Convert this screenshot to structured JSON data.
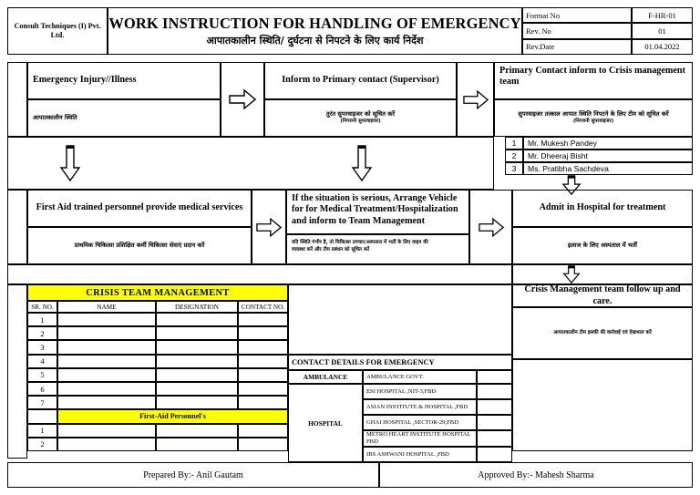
{
  "header": {
    "company": "Consult Techniques (I) Pvt. Ltd.",
    "title_en": "WORK INSTRUCTION FOR HANDLING OF EMERGENCY",
    "title_hi": "आपातकालीन स्थिति/ दुर्घटना से निपटने के लिए कार्य निर्देश",
    "meta": [
      {
        "label": "Format No",
        "value": "F-HR-01"
      },
      {
        "label": "Rev. No",
        "value": "01"
      },
      {
        "label": "Rev.Date",
        "value": "01.04.2022"
      }
    ]
  },
  "flow": {
    "step1": {
      "en": "Emergency Injury//Illness",
      "hi": "आपातकालीन स्थिति"
    },
    "step2": {
      "en": "Inform to  Primary contact (Supervisor)",
      "hi": "तुरंत सुपरवाइजर को सूचित करें",
      "hi2": "(निगरानी सुपरवाइजर)"
    },
    "step3": {
      "en": "Primary Contact inform to Crisis management team",
      "hi": "सुपरवाइजर तत्काल आपात स्थिति निपटने के लिए टीम को सूचित करें",
      "hi2": "(निगरानी सुपरवाइजर)"
    },
    "step4": {
      "en": "First Aid trained personnel provide medical services",
      "hi": "प्राथमिक चिकित्सा प्रशिक्षित कर्मी चिकित्सा सेवाएं प्रदान करें"
    },
    "step5": {
      "en": "If the situation is serious, Arrange Vehicle for for Medical Treatment/Hospitalization and inform to Team Management",
      "hi": "यदि स्थिति गंभीर है, तो चिकित्सा उपचार/अस्पताल में भर्ती के लिए वाहन की",
      "hi2": "व्यवस्था करें और टीम प्रबंधन को सूचित करें"
    },
    "step6": {
      "en": "Admit in Hospital for treatment",
      "hi": "इलाज के लिए अस्पताल में भर्ती"
    },
    "step7": {
      "en": "Crisis Management  team follow up and care.",
      "hi": "आपातकालीन टीम इसकी की कार्रवाई एवं देखभाल करें"
    }
  },
  "contacts_team": [
    {
      "sr": "1",
      "name": "Mr. Mukesh Pandey"
    },
    {
      "sr": "2",
      "name": "Mr. Dheeraj Bisht"
    },
    {
      "sr": "3",
      "name": "Ms. Pratibha Sachdeva"
    }
  ],
  "crisis_table": {
    "title": "CRISIS TEAM MANAGEMENT",
    "columns": [
      "SR. NO.",
      "NAME",
      "DESIGNATION",
      "CONTACT NO."
    ],
    "rows": [
      {
        "sr": "1",
        "name": "",
        "designation": "",
        "contact": ""
      },
      {
        "sr": "2",
        "name": "",
        "designation": "",
        "contact": ""
      },
      {
        "sr": "3",
        "name": "",
        "designation": "",
        "contact": ""
      },
      {
        "sr": "4",
        "name": "",
        "designation": "",
        "contact": ""
      },
      {
        "sr": "5",
        "name": "",
        "designation": "",
        "contact": ""
      },
      {
        "sr": "6",
        "name": "",
        "designation": "",
        "contact": ""
      },
      {
        "sr": "7",
        "name": "",
        "designation": "",
        "contact": ""
      }
    ],
    "first_aid_title": "First-Aid Personnel's",
    "first_aid_rows": [
      {
        "sr": "1",
        "name": "",
        "designation": "",
        "contact": ""
      },
      {
        "sr": "2",
        "name": "",
        "designation": "",
        "contact": ""
      }
    ]
  },
  "contact_details": {
    "title": "CONTACT DETAILS FOR EMERGENCY",
    "ambulance_label": "AMBULANCE",
    "ambulance_rows": [
      {
        "name": "AMBULANCE GOVT.",
        "number": ""
      }
    ],
    "hospital_label": "HOSPITAL",
    "hospital_rows": [
      {
        "name": "ESI HOSPITAL ,NIT-3,FBD",
        "number": ""
      },
      {
        "name": "ASIAN INSTITUTE & HOSPITAL ,FBD",
        "number": ""
      },
      {
        "name": "GHAI HOSPITAL ,SECTOR-29,FBD",
        "number": ""
      },
      {
        "name": "METRO HEART INSTITUTE HOSPITAL FBD",
        "number": ""
      },
      {
        "name": "IBS ASHWANI HOSPITAL ,FBD",
        "number": ""
      }
    ]
  },
  "footer": {
    "prepared_by": "Prepared By:- Anil Gautam",
    "approved_by": "Approved By:- Mahesh Sharma"
  },
  "colors": {
    "highlight": "#ffff00",
    "border": "#000000"
  }
}
